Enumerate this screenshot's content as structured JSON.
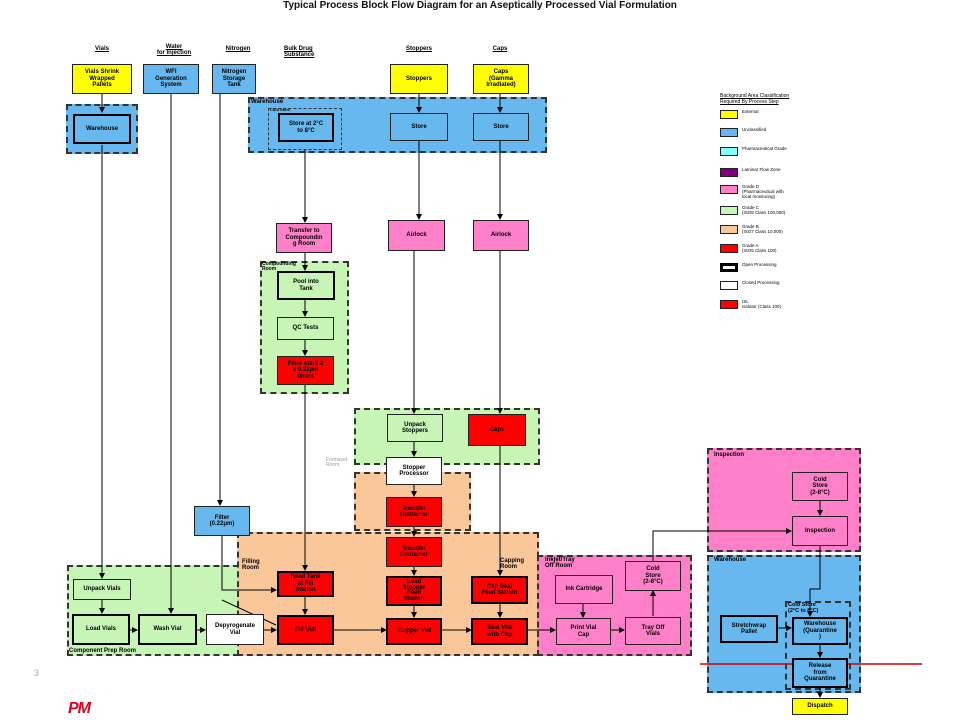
{
  "title": "Typical Process Block Flow Diagram for an Aseptically Processed Vial Formulation",
  "columns": {
    "vials": "Vials",
    "water": "Water\nfor Injection",
    "nitrogen": "Nitrogen",
    "bulk": "Bulk Drug\nSubstance",
    "stoppers": "Stoppers",
    "caps": "Caps"
  },
  "zones": {
    "warehouse_top": "Warehouse",
    "cold_store_top": "Cold Store",
    "compounding": "Compounding\nRoom",
    "formaset": "Formaset\nRoom",
    "filling": "Filling\nRoom",
    "capping": "Capping\nRoom",
    "inkjet": "Inkjet/Tray\nOff Room",
    "component_prep": "Component Prep Room",
    "inspection": "Inspection",
    "warehouse_right": "Warehouse",
    "cold_store_right": "Cold Store\n(2°C to 8°C)"
  },
  "boxes": {
    "vials_pallets": "Vials Shrink\nWrapped\nPallets",
    "wfi": "WFI\nGeneration\nSystem",
    "nitrogen_tank": "Nitrogen\nStorage\nTank",
    "stoppers_src": "Stoppers",
    "caps_src": "Caps\n(Gamma\nIrradiated)",
    "warehouse_box": "Warehouse",
    "store_cold": "Store at 2°C\nto 8°C",
    "store_stoppers": "Store",
    "store_caps": "Store",
    "transfer_compounding": "Transfer to\nCompoundin\ng Room",
    "airlock_stoppers": "Airlock",
    "airlock_caps": "Airlock",
    "pool_tank": "Pool into\nTank",
    "qc_tests": "QC Tests",
    "filter_sterilize": "Filter ster3 2\nx 0.22μm\nfilters",
    "unpack_stoppers": "Unpack\nStoppers",
    "caps_red": "Caps",
    "stopper_processor": "Stopper\nProcessor",
    "transfer_container_1": "Transfer\nContainer",
    "transfer_container_2": "Transfer\nContainer",
    "filter_022": "Filter\n(0.22μm)",
    "unpack_vials": "Unpack Vials",
    "load_vials": "Load Vials",
    "wash_vial": "Wash Vial",
    "depyrogenate": "Depyrogenate\nVial",
    "head_tank": "Head Tank\nat Fill\nStation",
    "fill_vial": "Fill Vial",
    "load_stopper": "Load\nStopper\nFeed\nStation",
    "stopper_vial": "Stopper Vial",
    "cap_seal_feed": "Cap Seal\nFeed Station",
    "seal_vial": "Seal Vial\nwith Cap",
    "ink_cartridge": "Ink Cartridge",
    "print_vial_cap": "Print Vial\nCap",
    "tray_off": "Tray Off\nVials",
    "cold_store_mid": "Cold\nStore\n(2-8°C)",
    "cold_store_insp": "Cold\nStore\n(2-8°C)",
    "inspection_box": "Inspection",
    "stretchwrap": "Stretchwrap\nPallet",
    "warehouse_quarantine": "Warehouse\n(Quarantine\n)",
    "release_quarantine": "Release\nfrom\nQuarantine",
    "dispatch": "Dispatch"
  },
  "legend": {
    "title": "Background Area Classification\nRequired By Process Step",
    "items": [
      {
        "label": "External",
        "color": "#ffff00"
      },
      {
        "label": "Unclassified",
        "color": "#66b8ee"
      },
      {
        "label": "Pharmaceutical Grade",
        "color": "#80ffff"
      },
      {
        "label": "Laminar Flow Zone",
        "color": "#800080"
      },
      {
        "label": "Grade D\n(Pharmaceutical with\nlocal monitoring)",
        "color": "#ff80c8"
      },
      {
        "label": "Grade C\n(ISO8 Class 100,000)",
        "color": "#c6f5b5"
      },
      {
        "label": "Grade B\n(ISO7 Class 10,000)",
        "color": "#f9c79a"
      },
      {
        "label": "Grade A\n(ISO5 Class 100)",
        "color": "#ff0000"
      },
      {
        "label": "Open Processing",
        "color": "#ffffff"
      },
      {
        "label": "Closed Processing",
        "color": "#ffffff"
      },
      {
        "label": "ISL\nIsolator (Class 100)",
        "color": "#ff0000"
      }
    ]
  },
  "page_number": "3",
  "logo": "PM"
}
